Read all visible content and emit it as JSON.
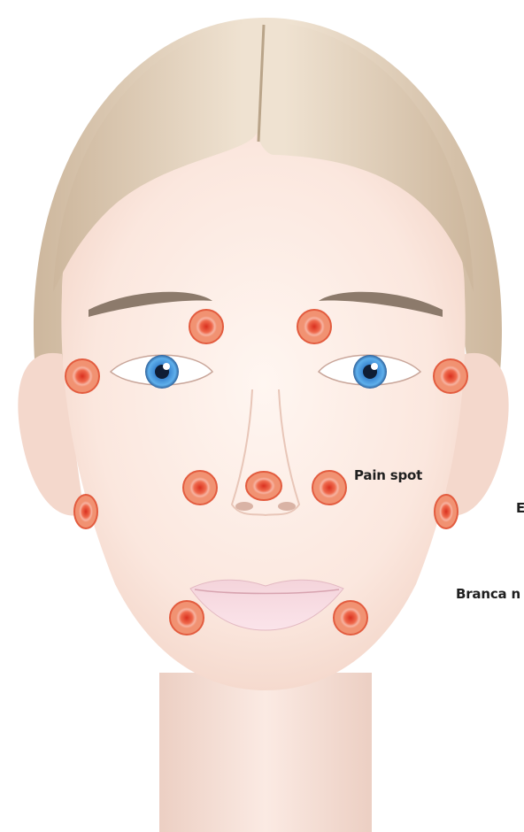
{
  "labels": {
    "pain_spot": "Pain spot",
    "partial_1": "E",
    "partial_2": "Branca n"
  },
  "colors": {
    "background": "#ffffff",
    "hair": "#d9c6ae",
    "skin": "#fbe9e1",
    "spot_outer": "#f08a6a",
    "spot_inner": "#e0453a",
    "iris": "#3b8fd8",
    "lips": "#f2d3d8",
    "brows": "#8c7a6b"
  },
  "icons": [
    "pain-spot-marker"
  ]
}
